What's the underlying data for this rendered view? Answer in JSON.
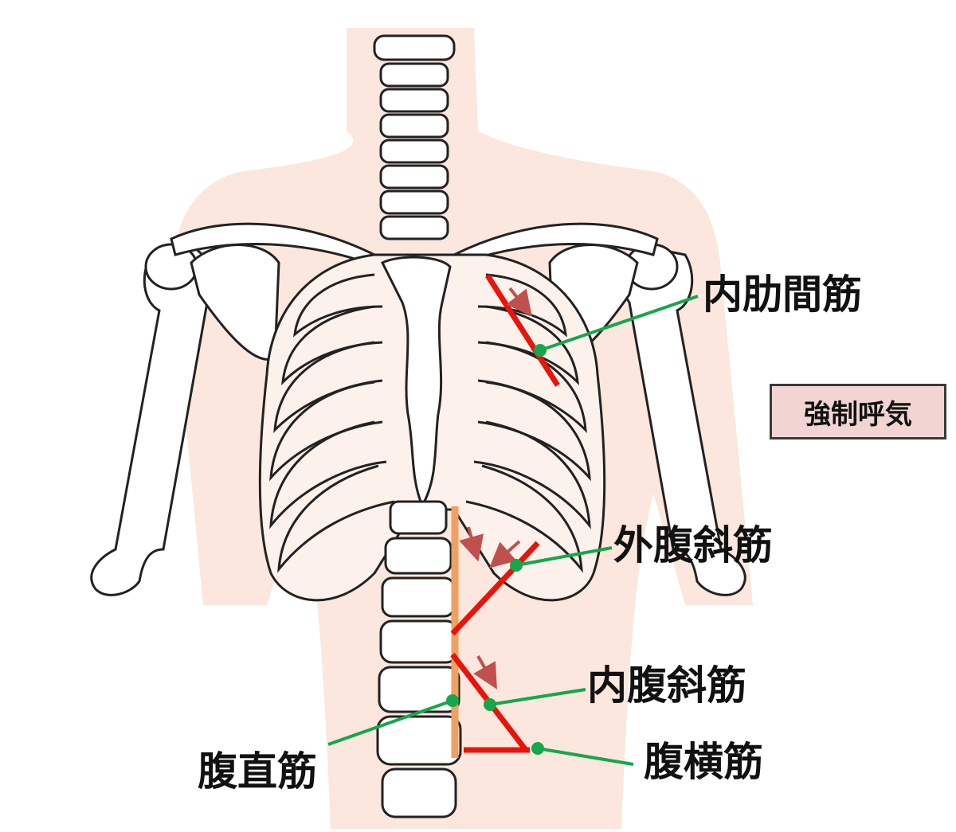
{
  "labels": {
    "internal_intercostal": "内肋間筋",
    "external_oblique": "外腹斜筋",
    "internal_oblique": "内腹斜筋",
    "rectus_abdominis": "腹直筋",
    "transversus_abdominis": "腹横筋"
  },
  "badge": {
    "text": "強制呼気"
  },
  "colors": {
    "skin": "#fbe7dd",
    "bone_fill": "#ffffff",
    "bone_outline": "#222222",
    "muscle_line": "#e8140c",
    "leader_line": "#17a64c",
    "rectus_bar": "#f0a060",
    "arrow": "#c0504d",
    "badge_bg": "#f2d5d2",
    "badge_border": "#3a3a3a"
  },
  "icons": [
    "ribcage-skeleton-illustration",
    "arrow-icon"
  ]
}
